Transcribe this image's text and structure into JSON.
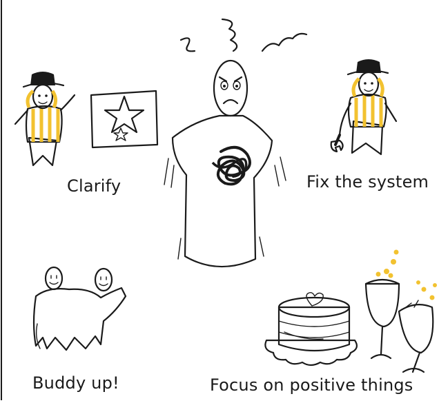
{
  "labels": {
    "clarify": "Clarify",
    "fix_system": "Fix the system",
    "buddy_up": "Buddy up!",
    "positive": "Focus on positive things"
  },
  "colors": {
    "magenta": "#e0306b",
    "yellow": "#f2c230",
    "blue": "#7bb5de",
    "skin": "#ffffff",
    "ink": "#1a1a1a"
  },
  "icons": [
    "cowboy-figure-icon",
    "star-card-icon",
    "stressed-person-icon",
    "tangle-icon",
    "wrench-icon",
    "buddies-icon",
    "cake-icon",
    "champagne-glass-icon"
  ]
}
